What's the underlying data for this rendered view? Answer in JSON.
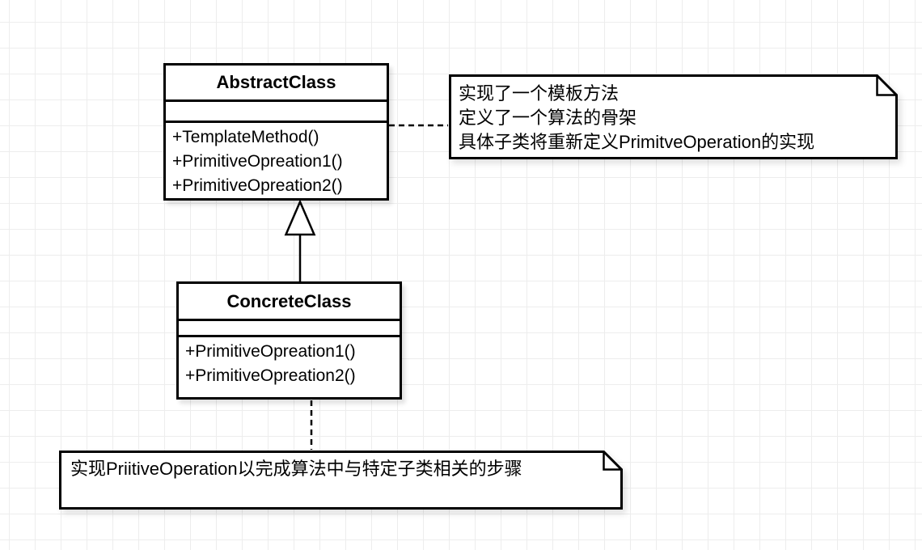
{
  "diagram": {
    "kind": "uml-class-diagram",
    "pattern": "Template Method"
  },
  "colors": {
    "stroke": "#000000",
    "fill": "#ffffff",
    "grid": "#ededed",
    "shadow": "rgba(0,0,0,0.12)"
  },
  "classes": [
    {
      "name": "AbstractClass",
      "attributes": [],
      "methods": [
        "+TemplateMethod()",
        "+PrimitiveOpreation1()",
        "+PrimitiveOpreation2()"
      ]
    },
    {
      "name": "ConcreteClass",
      "attributes": [],
      "methods": [
        "+PrimitiveOpreation1()",
        "+PrimitiveOpreation2()"
      ]
    }
  ],
  "notes": [
    {
      "id": "note-template-method",
      "lines": [
        "实现了一个模板方法",
        "定义了一个算法的骨架",
        "具体子类将重新定义PrimitveOperation的实现"
      ]
    },
    {
      "id": "note-primitive-operation",
      "lines": [
        "实现PriitiveOperation以完成算法中与特定子类相关的步骤"
      ]
    }
  ],
  "connectors": [
    {
      "type": "generalization",
      "from": "ConcreteClass",
      "to": "AbstractClass",
      "style": "solid, hollow-triangle"
    },
    {
      "type": "note-attachment",
      "from": "AbstractClass",
      "to": "note-template-method",
      "style": "dashed"
    },
    {
      "type": "note-attachment",
      "from": "ConcreteClass",
      "to": "note-primitive-operation",
      "style": "dashed"
    }
  ]
}
